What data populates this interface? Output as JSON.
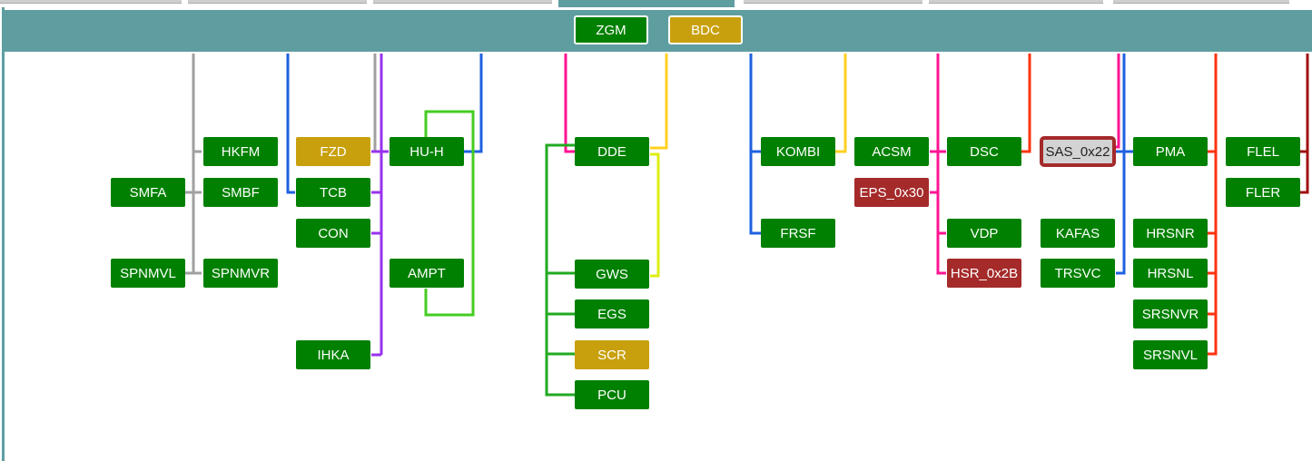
{
  "header": {
    "buttons": [
      {
        "id": "zgm",
        "label": "ZGM",
        "color": "#008000"
      },
      {
        "id": "bdc",
        "label": "BDC",
        "color": "#c8a00e"
      }
    ]
  },
  "colors": {
    "header_bar": "#5f9ea0",
    "node_ok": "#008000",
    "node_warn": "#c8a00e",
    "node_error": "#a52a2a",
    "node_selected": "#d3d3d3"
  },
  "nodes": [
    {
      "id": "hkfm",
      "label": "HKFM",
      "state": "green"
    },
    {
      "id": "smfa",
      "label": "SMFA",
      "state": "green"
    },
    {
      "id": "smbf",
      "label": "SMBF",
      "state": "green"
    },
    {
      "id": "spnmvl",
      "label": "SPNMVL",
      "state": "green"
    },
    {
      "id": "spnmvr",
      "label": "SPNMVR",
      "state": "green"
    },
    {
      "id": "fzd",
      "label": "FZD",
      "state": "gold"
    },
    {
      "id": "tcb",
      "label": "TCB",
      "state": "green"
    },
    {
      "id": "con",
      "label": "CON",
      "state": "green"
    },
    {
      "id": "ihka",
      "label": "IHKA",
      "state": "green"
    },
    {
      "id": "hu-h",
      "label": "HU-H",
      "state": "green"
    },
    {
      "id": "ampt",
      "label": "AMPT",
      "state": "green"
    },
    {
      "id": "dde",
      "label": "DDE",
      "state": "green"
    },
    {
      "id": "gws",
      "label": "GWS",
      "state": "green"
    },
    {
      "id": "egs",
      "label": "EGS",
      "state": "green"
    },
    {
      "id": "scr",
      "label": "SCR",
      "state": "gold"
    },
    {
      "id": "pcu",
      "label": "PCU",
      "state": "green"
    },
    {
      "id": "kombi",
      "label": "KOMBI",
      "state": "green"
    },
    {
      "id": "frsf",
      "label": "FRSF",
      "state": "green"
    },
    {
      "id": "acsm",
      "label": "ACSM",
      "state": "green"
    },
    {
      "id": "eps-0x30",
      "label": "EPS_0x30",
      "state": "red"
    },
    {
      "id": "dsc",
      "label": "DSC",
      "state": "green"
    },
    {
      "id": "vdp",
      "label": "VDP",
      "state": "green"
    },
    {
      "id": "hsr-0x2b",
      "label": "HSR_0x2B",
      "state": "red"
    },
    {
      "id": "sas-0x22",
      "label": "SAS_0x22",
      "state": "gray"
    },
    {
      "id": "kafas",
      "label": "KAFAS",
      "state": "green"
    },
    {
      "id": "trsvc",
      "label": "TRSVC",
      "state": "green"
    },
    {
      "id": "pma",
      "label": "PMA",
      "state": "green"
    },
    {
      "id": "hrsnr",
      "label": "HRSNR",
      "state": "green"
    },
    {
      "id": "hrsnl",
      "label": "HRSNL",
      "state": "green"
    },
    {
      "id": "srsnvr",
      "label": "SRSNVR",
      "state": "green"
    },
    {
      "id": "srsnvl",
      "label": "SRSNVL",
      "state": "green"
    },
    {
      "id": "flel",
      "label": "FLEL",
      "state": "green"
    },
    {
      "id": "fler",
      "label": "FLER",
      "state": "green"
    }
  ]
}
